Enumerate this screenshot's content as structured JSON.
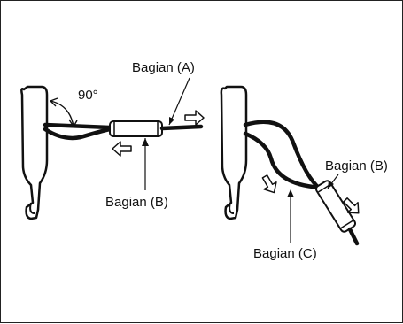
{
  "labels": {
    "angle": "90°",
    "left_part_a": "Bagian (A)",
    "left_part_b": "Bagian (B)",
    "right_part_b": "Bagian (B)",
    "right_part_c": "Bagian (C)"
  },
  "colors": {
    "line": "#111111",
    "background": "#ffffff"
  }
}
